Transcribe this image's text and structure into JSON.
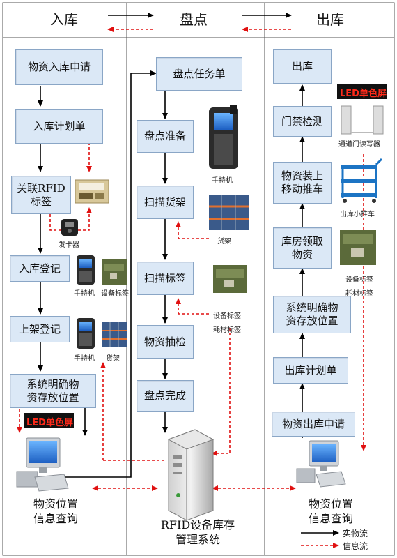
{
  "headers": {
    "inbound": "入库",
    "inventory": "盘点",
    "outbound": "出库"
  },
  "inbound": {
    "steps": [
      "物资入库申请",
      "入库计划单",
      "关联RFID\n标签",
      "入库登记",
      "上架登记",
      "系统明确物\n资存放位置"
    ],
    "captions": {
      "card_issuer": "发卡器",
      "handheld1": "手持机",
      "device_tag": "设备标签",
      "handheld2": "手持机",
      "shelf": "货架"
    },
    "query": "物资位置\n信息查询"
  },
  "inventory": {
    "steps": [
      "盘点任务单",
      "盘点准备",
      "扫描货架",
      "扫描标签",
      "物资抽检",
      "盘点完成"
    ],
    "captions": {
      "handheld": "手持机",
      "shelf": "货架",
      "device_tag": "设备标签",
      "consumable_tag": "耗材标签"
    },
    "server": "RFID设备库存\n管理系统"
  },
  "outbound": {
    "steps": [
      "出库",
      "门禁检测",
      "物资装上\n移动推车",
      "库房领取\n物资",
      "系统明确物\n资存放位置",
      "出库计划单",
      "物资出库申请"
    ],
    "captions": {
      "reader": "通道门读写器",
      "cart": "出库小推车",
      "device_tag": "设备标签",
      "consumable_tag": "耗材标签"
    },
    "query": "物资位置\n信息查询"
  },
  "led_display": "LED单色屏",
  "legend": {
    "physical": "实物流",
    "info": "信息流"
  },
  "colors": {
    "box_fill": "#dbe8f6",
    "box_border": "#8aa6c6",
    "info_flow": "#e01010",
    "physical_flow": "#000000",
    "led_text": "#ff2a1a"
  }
}
